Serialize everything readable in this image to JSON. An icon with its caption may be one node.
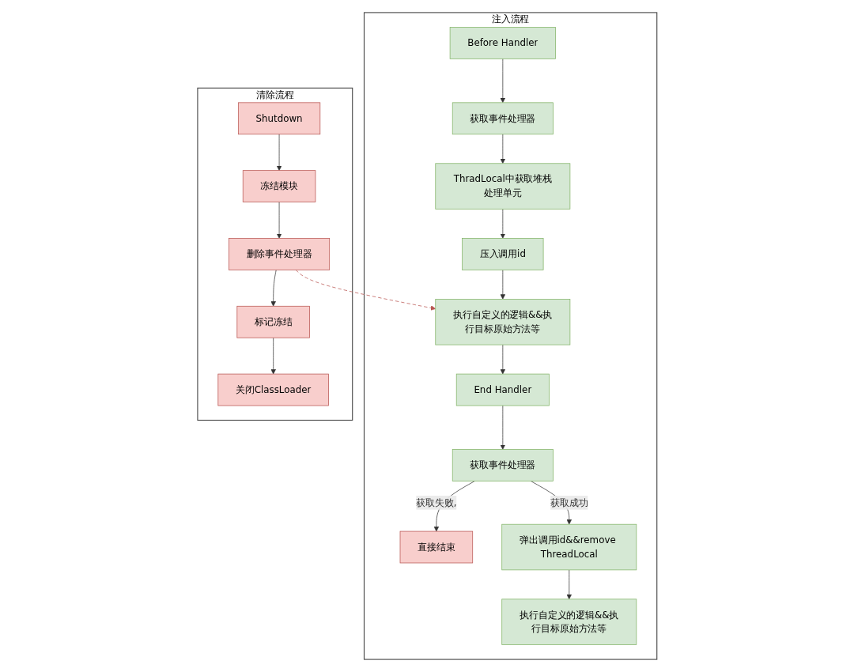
{
  "diagram": {
    "nodes": [
      {
        "text": [
          "注入流程"
        ]
      },
      {
        "text": [
          "Before Handler"
        ],
        "in": 0
      },
      {
        "text": [
          "获取事件处理器"
        ],
        "in": 0
      },
      {
        "text": [
          "ThradLocal中获取堆栈处理单元"
        ],
        "in": 0
      },
      {
        "text": [
          "压入调用id"
        ],
        "in": 0
      },
      {
        "text": [
          "执行自定义的逻辑&&执行目标原始方法等"
        ],
        "in": 0
      },
      {
        "text": [
          "End Handler"
        ],
        "in": 0
      },
      {
        "text": [
          "获取事件处理器"
        ],
        "in": 0
      },
      {
        "text": [
          "直接结束"
        ],
        "in": 0
      },
      {
        "text": [
          "弹出调用id&&remove ThreadLocal"
        ],
        "in": 0
      },
      {
        "text": [
          "执行自定义的逻辑&&执行目标原始方法等"
        ],
        "in": 0
      },
      {
        "text": [
          "清除流程"
        ]
      },
      {
        "text": [
          "Shutdown"
        ],
        "in": 11
      },
      {
        "text": [
          "冻结模块"
        ],
        "in": 11
      },
      {
        "text": [
          "删除事件处理器"
        ],
        "in": 11
      },
      {
        "text": [
          "标记冻结"
        ],
        "in": 11
      },
      {
        "text": [
          "关闭ClassLoader"
        ],
        "in": 11
      }
    ],
    "edges": [
      {
        "from": 1,
        "to": 2,
        "arrow": "to"
      },
      {
        "from": 2,
        "to": 3,
        "arrow": "to"
      },
      {
        "from": 3,
        "to": 4,
        "arrow": "to"
      },
      {
        "from": 4,
        "to": 5,
        "arrow": "to"
      },
      {
        "from": 5,
        "to": 6,
        "arrow": "to"
      },
      {
        "from": 6,
        "to": 7,
        "arrow": "to"
      },
      {
        "from": 7,
        "to": 8,
        "arrow": "to",
        "label": "获取失败,"
      },
      {
        "from": 7,
        "to": 9,
        "arrow": "to",
        "label": "获取成功"
      },
      {
        "from": 9,
        "to": 10,
        "arrow": "to"
      },
      {
        "from": 12,
        "to": 13,
        "arrow": "to"
      },
      {
        "from": 13,
        "to": 14,
        "arrow": "to"
      },
      {
        "from": 14,
        "to": 15,
        "arrow": "to"
      },
      {
        "from": 15,
        "to": 16,
        "arrow": "to"
      },
      {
        "from": 14,
        "to": 5,
        "arrow": "to",
        "style": "dashed",
        "color": "#b85450"
      }
    ]
  }
}
